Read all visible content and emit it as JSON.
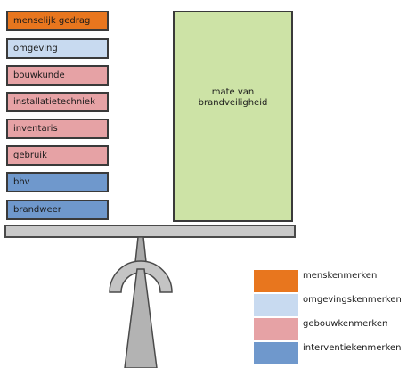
{
  "stack": {
    "items": [
      {
        "label": "menselijk gedrag",
        "category": "menskenmerken"
      },
      {
        "label": "omgeving",
        "category": "omgevingskenmerken"
      },
      {
        "label": "bouwkunde",
        "category": "gebouwkenmerken"
      },
      {
        "label": "installatietechniek",
        "category": "gebouwkenmerken"
      },
      {
        "label": "inventaris",
        "category": "gebouwkenmerken"
      },
      {
        "label": "gebruik",
        "category": "gebouwkenmerken"
      },
      {
        "label": "bhv",
        "category": "interventiekenmerken"
      },
      {
        "label": "brandweer",
        "category": "interventiekenmerken"
      }
    ]
  },
  "safety": {
    "line1": "mate van",
    "line2": "brandveiligheid"
  },
  "legend": {
    "items": [
      {
        "label": "menskenmerken",
        "color": "#e8761e"
      },
      {
        "label": "omgevingskenmerken",
        "color": "#c8daf0"
      },
      {
        "label": "gebouwkenmerken",
        "color": "#e6a2a5"
      },
      {
        "label": "interventiekenmerken",
        "color": "#6f98cc"
      }
    ]
  },
  "colors": {
    "safety_box": "#cde3a6",
    "beam": "#c9c9c9",
    "fulcrum": "#b3b3b3",
    "border": "#3a3a3a"
  }
}
